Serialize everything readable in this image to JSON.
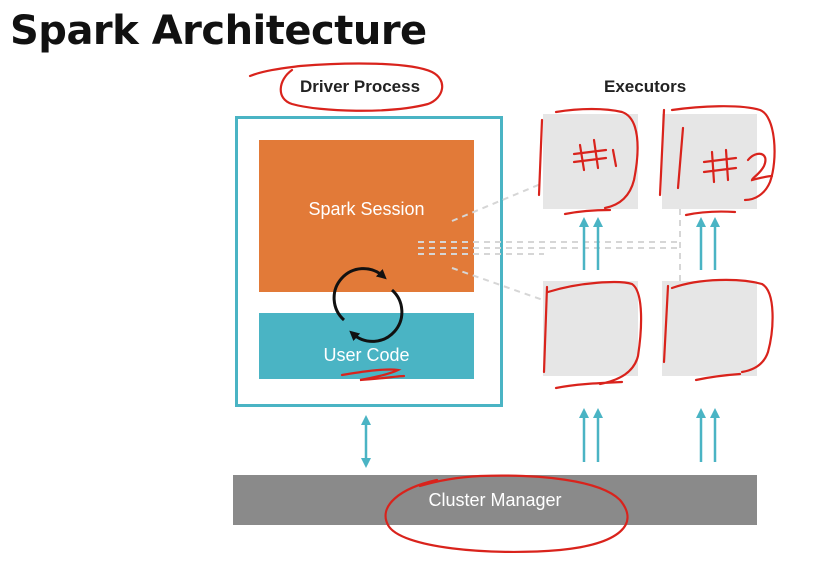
{
  "title": "Spark Architecture",
  "driver": {
    "label": "Driver Process",
    "spark_session": "Spark Session",
    "user_code": "User Code"
  },
  "executors": {
    "label": "Executors",
    "annotations": [
      "#1",
      "#2"
    ]
  },
  "cluster_manager": "Cluster Manager",
  "colors": {
    "accent_teal": "#4ab4c4",
    "spark_orange": "#e27a38",
    "executor_gray": "#e6e6e6",
    "cluster_gray": "#8a8a8a",
    "annotation_red": "#d9231c"
  }
}
